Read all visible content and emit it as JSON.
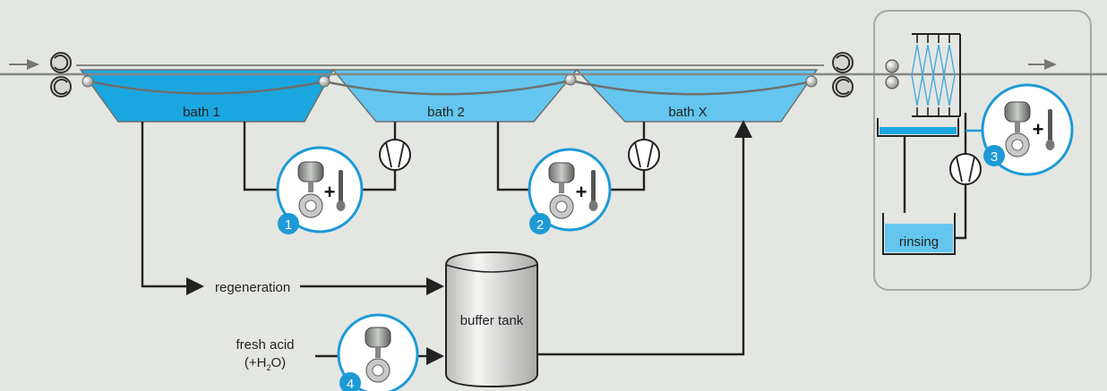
{
  "labels": {
    "bath1": "bath 1",
    "bath2": "bath 2",
    "bathx": "bath X",
    "regeneration": "regeneration",
    "buffer_tank": "buffer tank",
    "fresh_acid": "fresh acid",
    "fresh_acid_formula_open": "(+H",
    "fresh_acid_formula_sub": "2",
    "fresh_acid_formula_close": "O)",
    "rinsing": "rinsing"
  },
  "sensors": [
    {
      "number": "1",
      "plus": "+"
    },
    {
      "number": "2",
      "plus": "+"
    },
    {
      "number": "3",
      "plus": "+"
    },
    {
      "number": "4",
      "plus": ""
    }
  ],
  "colors": {
    "background": "#e4e6e2",
    "bath_fill_1": "#1aa7e0",
    "bath_fill_2": "#64c6ef",
    "accent_blue": "#1d9ad6",
    "line": "#222222"
  }
}
